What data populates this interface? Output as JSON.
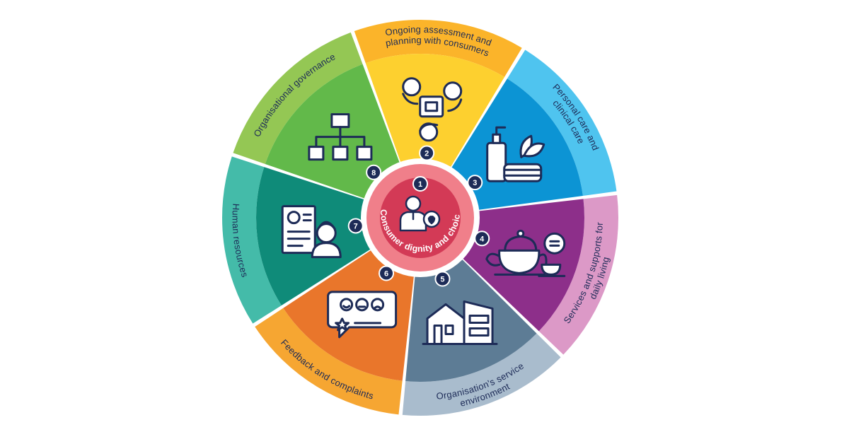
{
  "diagram": {
    "segments": [
      {
        "number": "2",
        "label_lines": [
          "Ongoing assessment and",
          "planning with consumers"
        ],
        "outer_color": "#fbb42a",
        "inner_color": "#fdd02f",
        "icon": "meeting-table-icon"
      },
      {
        "number": "3",
        "label_lines": [
          "Personal care and",
          "clinical care"
        ],
        "outer_color": "#4fc4ef",
        "inner_color": "#0c94d4",
        "icon": "care-products-icon"
      },
      {
        "number": "4",
        "label_lines": [
          "Services and supports for",
          "daily living"
        ],
        "outer_color": "#dc99c7",
        "inner_color": "#8d2f8a",
        "icon": "teapot-icon"
      },
      {
        "number": "5",
        "label_lines": [
          "Organisation's service",
          "environment"
        ],
        "outer_color": "#a9bccd",
        "inner_color": "#5d7c95",
        "icon": "building-icon"
      },
      {
        "number": "6",
        "label_lines": [
          "Feedback and complaints"
        ],
        "outer_color": "#f6a632",
        "inner_color": "#e9762b",
        "icon": "feedback-bubble-icon"
      },
      {
        "number": "7",
        "label_lines": [
          "Human resources"
        ],
        "outer_color": "#44bba9",
        "inner_color": "#0f8b79",
        "icon": "resume-person-icon"
      },
      {
        "number": "8",
        "label_lines": [
          "Organisational governance"
        ],
        "outer_color": "#94c754",
        "inner_color": "#62b94a",
        "icon": "org-chart-icon"
      }
    ],
    "center": {
      "number": "1",
      "label": "Consumer dignity and choice",
      "outer_color": "#f07f8a",
      "inner_color": "#d33a56",
      "icon": "person-heart-gear-icon"
    },
    "badge_color": "#1d2b57",
    "text_color": "#1d2b57"
  }
}
